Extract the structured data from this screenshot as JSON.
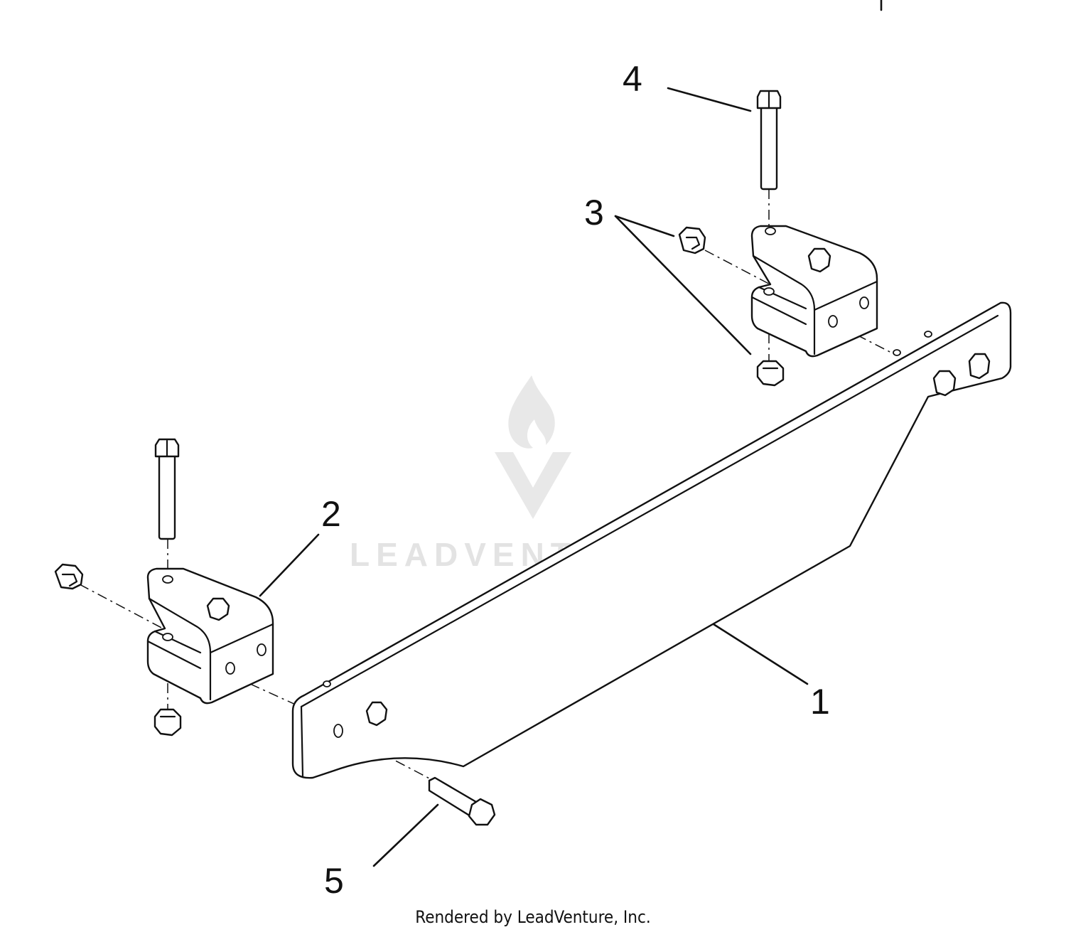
{
  "callouts": {
    "c1": "1",
    "c2": "2",
    "c3": "3",
    "c4": "4",
    "c5": "5"
  },
  "watermark": {
    "text": "LEADVENTURE",
    "icon": "flame-v-logo-icon"
  },
  "footer": {
    "credit": "Rendered by LeadVenture, Inc."
  },
  "colors": {
    "line": "#111111",
    "background": "#ffffff",
    "watermark": "#e3e3e3"
  }
}
